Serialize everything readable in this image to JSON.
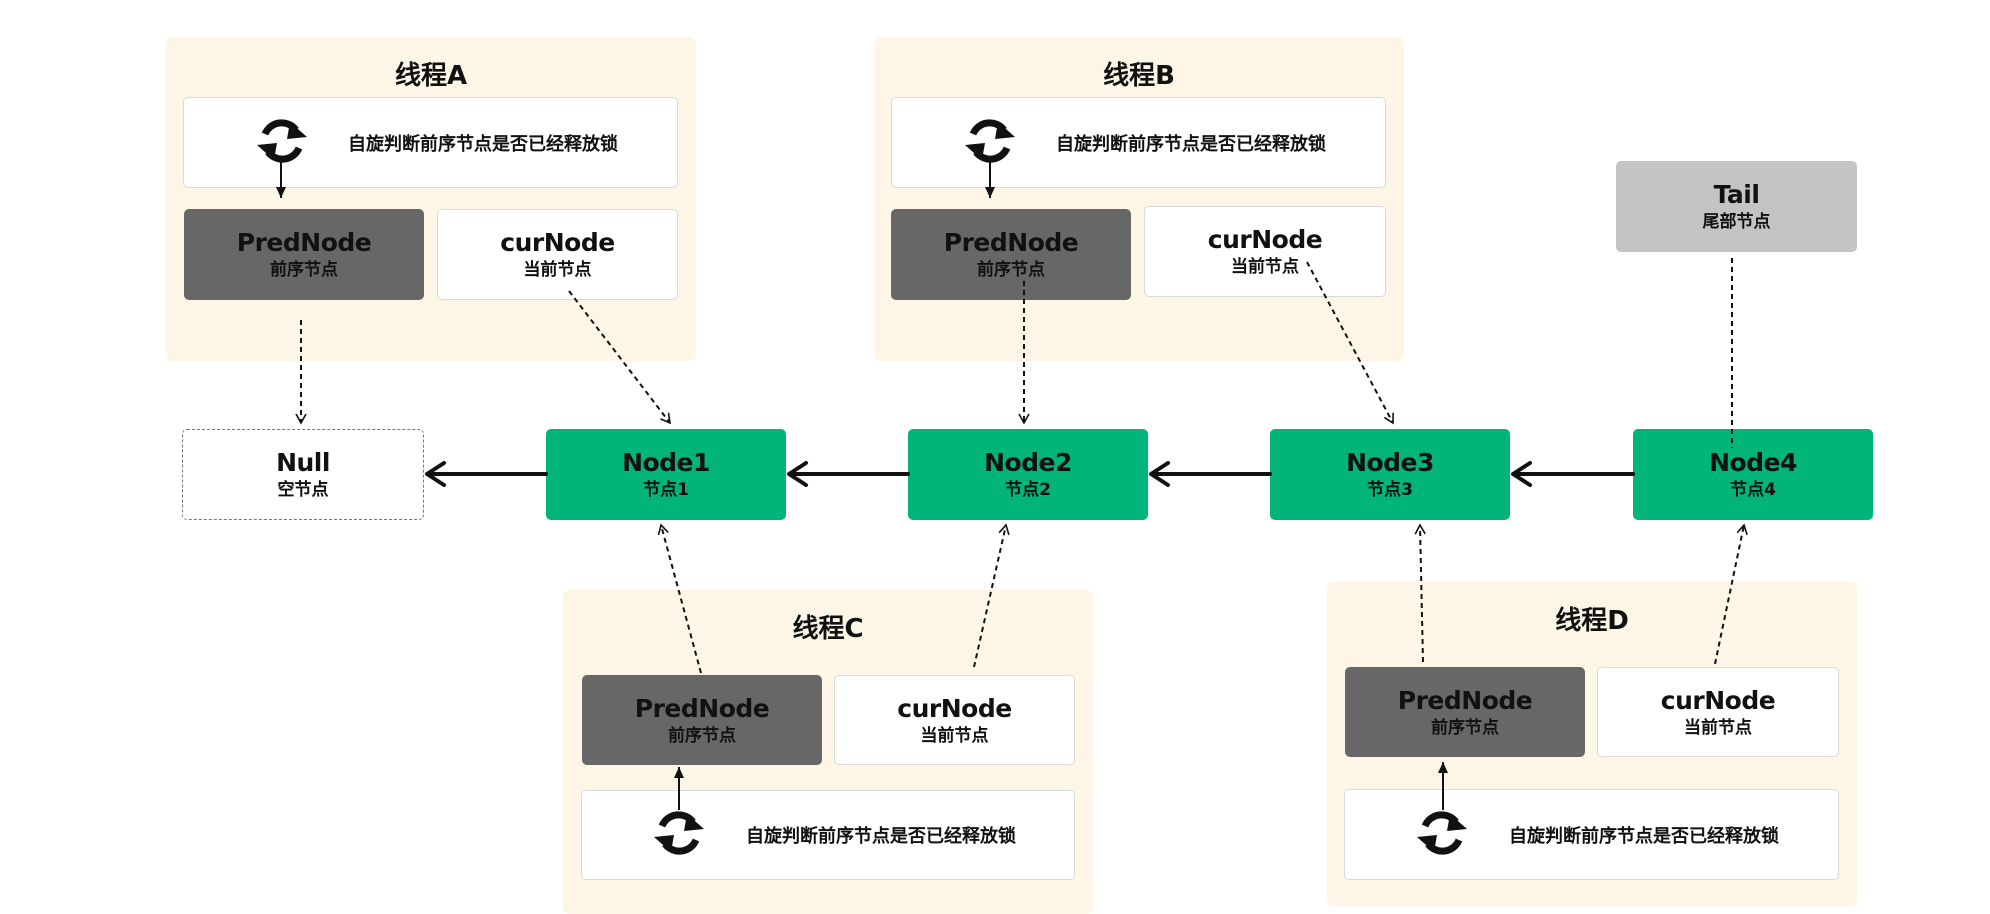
{
  "threads": {
    "a": {
      "title": "线程A",
      "spin_text": "自旋判断前序节点是否已经释放锁",
      "pred": {
        "en": "PredNode",
        "cn": "前序节点"
      },
      "cur": {
        "en": "curNode",
        "cn": "当前节点"
      }
    },
    "b": {
      "title": "线程B",
      "spin_text": "自旋判断前序节点是否已经释放锁",
      "pred": {
        "en": "PredNode",
        "cn": "前序节点"
      },
      "cur": {
        "en": "curNode",
        "cn": "当前节点"
      }
    },
    "c": {
      "title": "线程C",
      "spin_text": "自旋判断前序节点是否已经释放锁",
      "pred": {
        "en": "PredNode",
        "cn": "前序节点"
      },
      "cur": {
        "en": "curNode",
        "cn": "当前节点"
      }
    },
    "d": {
      "title": "线程D",
      "spin_text": "自旋判断前序节点是否已经释放锁",
      "pred": {
        "en": "PredNode",
        "cn": "前序节点"
      },
      "cur": {
        "en": "curNode",
        "cn": "当前节点"
      }
    }
  },
  "queue": {
    "null_node": {
      "en": "Null",
      "cn": "空节点"
    },
    "node1": {
      "en": "Node1",
      "cn": "节点1"
    },
    "node2": {
      "en": "Node2",
      "cn": "节点2"
    },
    "node3": {
      "en": "Node3",
      "cn": "节点3"
    },
    "node4": {
      "en": "Node4",
      "cn": "节点4"
    }
  },
  "tail": {
    "en": "Tail",
    "cn": "尾部节点"
  },
  "icons": {
    "spin": "refresh-icon"
  },
  "colors": {
    "panel_bg": "#fdf6e7",
    "queue_node": "#00b47a",
    "pred_node": "#676767",
    "tail_node": "#c4c4c4"
  }
}
